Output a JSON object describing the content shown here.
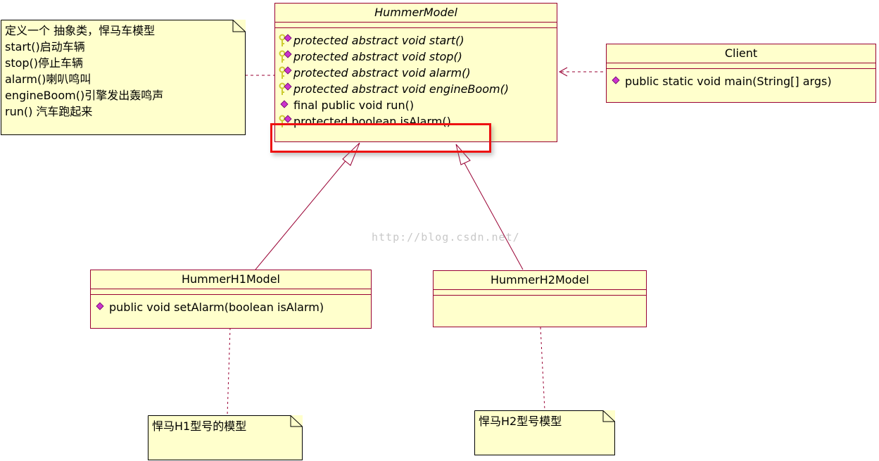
{
  "classes": {
    "hummer_model": {
      "name": "HummerModel",
      "operations": [
        {
          "text": "protected abstract void start()",
          "visibility": "protected"
        },
        {
          "text": "protected abstract void stop()",
          "visibility": "protected"
        },
        {
          "text": "protected abstract void alarm()",
          "visibility": "protected"
        },
        {
          "text": "protected abstract void engineBoom()",
          "visibility": "protected"
        },
        {
          "text": "final public void run()",
          "visibility": "public"
        },
        {
          "text": "protected boolean isAlarm()",
          "visibility": "protected"
        }
      ]
    },
    "client": {
      "name": "Client",
      "operations": [
        {
          "text": "public static void main(String[] args)",
          "visibility": "public"
        }
      ]
    },
    "hummer_h1": {
      "name": "HummerH1Model",
      "operations": [
        {
          "text": "public void setAlarm(boolean isAlarm)",
          "visibility": "public"
        }
      ]
    },
    "hummer_h2": {
      "name": "HummerH2Model",
      "operations": []
    }
  },
  "notes": {
    "abstract_note": {
      "lines": [
        "定义一个 抽象类，悍马车模型",
        "start()启动车辆",
        "stop()停止车辆",
        "alarm()喇叭鸣叫",
        "engineBoom()引擎发出轰鸣声",
        "run() 汽车跑起来"
      ]
    },
    "h1_note": {
      "text": "悍马H1型号的模型"
    },
    "h2_note": {
      "text": "悍马H2型号模型"
    }
  },
  "watermark": "http://blog.csdn.net/",
  "colors": {
    "class_fill": "#ffffcc",
    "border": "#990033",
    "highlight": "#ee1111",
    "public_icon": "#cc33cc",
    "protected_key": "#cccc33"
  },
  "icons": {
    "public": "magenta-diamond-icon",
    "protected": "key-diamond-icon"
  }
}
